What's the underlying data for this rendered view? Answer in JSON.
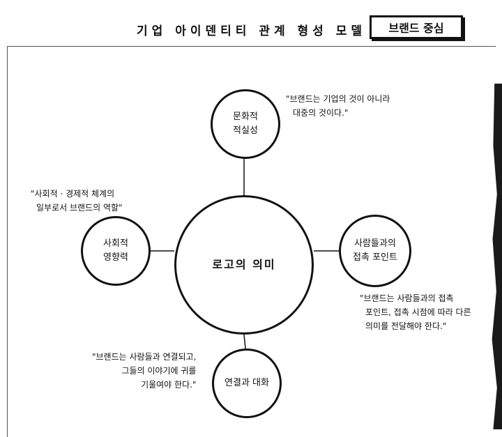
{
  "header": {
    "title": "기업 아이덴티티 관계 형성 모델",
    "tag": "브랜드 중심"
  },
  "diagram": {
    "center": "로고의 의미",
    "nodes": {
      "top": [
        "문화적",
        "적실성"
      ],
      "left": [
        "사회적",
        "영향력"
      ],
      "right": [
        "사람들과의",
        "접촉 포인트"
      ],
      "bottom": [
        "연결과 대화"
      ]
    },
    "quotes": {
      "top": [
        "\"브랜드는 기업의 것이 아니라",
        "대중의 것이다.\""
      ],
      "left": [
        "\"사회적 · 경제적 체계의",
        "일부로서 브랜드의 역할\""
      ],
      "right": [
        "\"브랜드는 사람들과의 접촉",
        "포인트, 접촉 시점에 따라 다른",
        "의미를 전달해야 한다.\""
      ],
      "bottom": [
        "\"브랜드는 사람들과 연결되고,",
        "그들의 이야기에 귀를",
        "기울여야 한다.\""
      ]
    }
  }
}
